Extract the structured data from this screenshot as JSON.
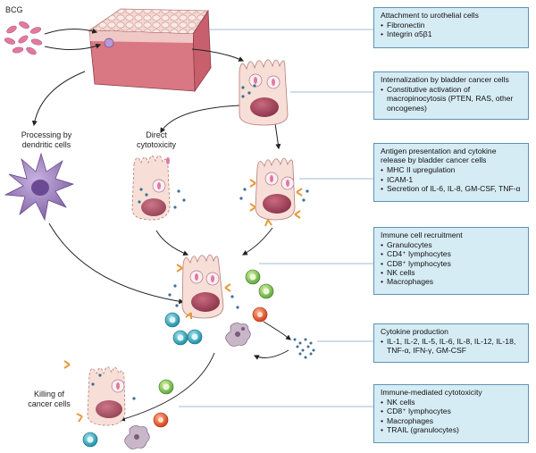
{
  "labels": {
    "bcg": "BCG",
    "processing": "Processing by\ndendritic cells",
    "direct": "Direct\ncytotoxicity",
    "killing": "Killing of\ncancer cells"
  },
  "boxes": [
    {
      "title": "Attachment to urothelial cells",
      "items": [
        "Fibronectin",
        "Integrin α5β1"
      ]
    },
    {
      "title": "Internalization by bladder cancer cells",
      "items": [
        "Constitutive activation of macropinocytosis (PTEN, RAS, other oncogenes)"
      ]
    },
    {
      "title": "Antigen presentation and cytokine release by bladder cancer cells",
      "items": [
        "MHC II upregulation",
        "ICAM-1",
        "Secretion of IL-6, IL-8, GM-CSF, TNF-α"
      ]
    },
    {
      "title": "Immune cell recruitment",
      "items": [
        "Granulocytes",
        "CD4⁺ lymphocytes",
        "CD8⁺ lymphocytes",
        "NK cells",
        "Macrophages"
      ]
    },
    {
      "title": "Cytokine production",
      "items": [
        "IL-1, IL-2, IL-5, IL-6, IL-8, IL-12, IL-18, TNF-α, IFN-γ, GM-CSF"
      ]
    },
    {
      "title": "Immune-mediated cytotoxicity",
      "items": [
        "NK cells",
        "CD8⁺ lymphocytes",
        "Macrophages",
        "TRAIL (granulocytes)"
      ]
    }
  ],
  "colors": {
    "box_fill": "#d6ecf5",
    "box_border": "#5b93b6",
    "cell_fill": "#f7dfd8",
    "nucleus": "#a04a5e",
    "bcg": "#e07aa0",
    "dendritic": "#8a6aa8",
    "granule": "#3f6f93"
  }
}
